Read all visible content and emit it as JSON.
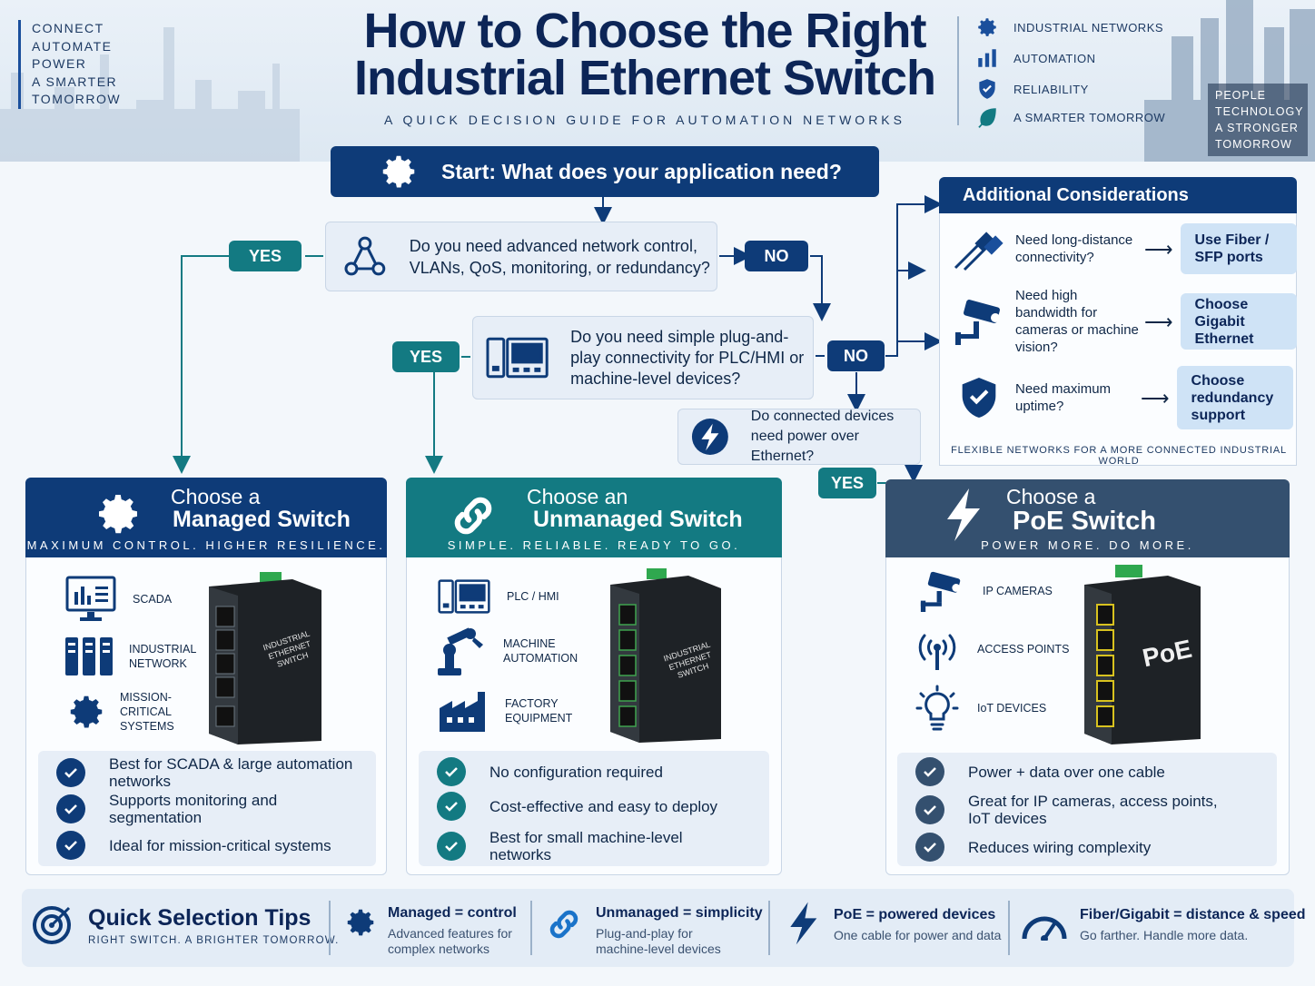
{
  "header": {
    "tagline_left": [
      "CONNECT",
      "AUTOMATE",
      "POWER",
      "A SMARTER",
      "TOMORROW"
    ],
    "title_line1": "How to Choose the Right",
    "title_line2": "Industrial Ethernet Switch",
    "subtitle": "A QUICK DECISION GUIDE FOR AUTOMATION NETWORKS",
    "tagline_right": [
      {
        "icon": "gear-icon",
        "label": "INDUSTRIAL NETWORKS"
      },
      {
        "icon": "bar-chart-icon",
        "label": "AUTOMATION"
      },
      {
        "icon": "shield-icon",
        "label": "RELIABILITY"
      },
      {
        "icon": "leaf-icon",
        "label": "A SMARTER TOMORROW"
      }
    ],
    "tagline_far_right": [
      "PEOPLE",
      "TECHNOLOGY",
      "A STRONGER",
      "TOMORROW"
    ]
  },
  "flow": {
    "start": "Start: What does your application need?",
    "q1": "Do you need advanced network control, VLANs, QoS, monitoring, or redundancy?",
    "q2": "Do you need simple plug-and-play connectivity for PLC/HMI or machine-level devices?",
    "q3": "Do connected devices need power over Ethernet?",
    "yes": "YES",
    "no": "NO"
  },
  "cards": {
    "managed": {
      "line1": "Choose a",
      "line2": "Managed Switch",
      "tagline": "MAXIMUM CONTROL. HIGHER RESILIENCE.",
      "uses": [
        "SCADA",
        "INDUSTRIAL NETWORK",
        "MISSION-CRITICAL SYSTEMS"
      ],
      "device_label": "INDUSTRIAL ETHERNET SWITCH",
      "benefits": [
        "Best for SCADA & large automation networks",
        "Supports monitoring and segmentation",
        "Ideal for mission-critical systems"
      ]
    },
    "unmanaged": {
      "line1": "Choose an",
      "line2": "Unmanaged Switch",
      "tagline": "SIMPLE. RELIABLE. READY TO GO.",
      "uses": [
        "PLC / HMI",
        "MACHINE AUTOMATION",
        "FACTORY EQUIPMENT"
      ],
      "device_label": "INDUSTRIAL ETHERNET SWITCH",
      "benefits": [
        "No configuration required",
        "Cost-effective and easy to deploy",
        "Best for small machine-level networks"
      ]
    },
    "poe": {
      "line1": "Choose a",
      "line2": "PoE Switch",
      "tagline": "POWER MORE. DO MORE.",
      "uses": [
        "IP CAMERAS",
        "ACCESS POINTS",
        "IoT DEVICES"
      ],
      "device_label": "PoE",
      "benefits": [
        "Power + data over one cable",
        "Great for IP cameras, access points, IoT devices",
        "Reduces wiring complexity"
      ]
    }
  },
  "additional": {
    "title": "Additional Considerations",
    "rows": [
      {
        "question": "Need long-distance connectivity?",
        "answer": "Use Fiber / SFP ports",
        "icon": "fiber-cable-icon"
      },
      {
        "question": "Need high bandwidth for cameras or machine vision?",
        "answer": "Choose Gigabit Ethernet",
        "icon": "camera-icon"
      },
      {
        "question": "Need maximum uptime?",
        "answer": "Choose redundancy support",
        "icon": "shield-icon"
      }
    ],
    "footer": "FLEXIBLE NETWORKS FOR A MORE CONNECTED INDUSTRIAL WORLD"
  },
  "tips": {
    "title": "Quick Selection Tips",
    "subtitle": "RIGHT SWITCH. A BRIGHTER TOMORROW.",
    "items": [
      {
        "title": "Managed = control",
        "desc": "Advanced features for complex networks",
        "icon": "gear-icon"
      },
      {
        "title": "Unmanaged = simplicity",
        "desc": "Plug-and-play for machine-level devices",
        "icon": "link-icon"
      },
      {
        "title": "PoE = powered devices",
        "desc": "One cable for power and data",
        "icon": "lightning-icon"
      },
      {
        "title": "Fiber/Gigabit = distance & speed",
        "desc": "Go farther. Handle more data.",
        "icon": "speedometer-icon"
      }
    ]
  },
  "colors": {
    "navy": "#0e3b78",
    "teal": "#137a82",
    "slate": "#34506f",
    "light": "#e7eef7"
  }
}
